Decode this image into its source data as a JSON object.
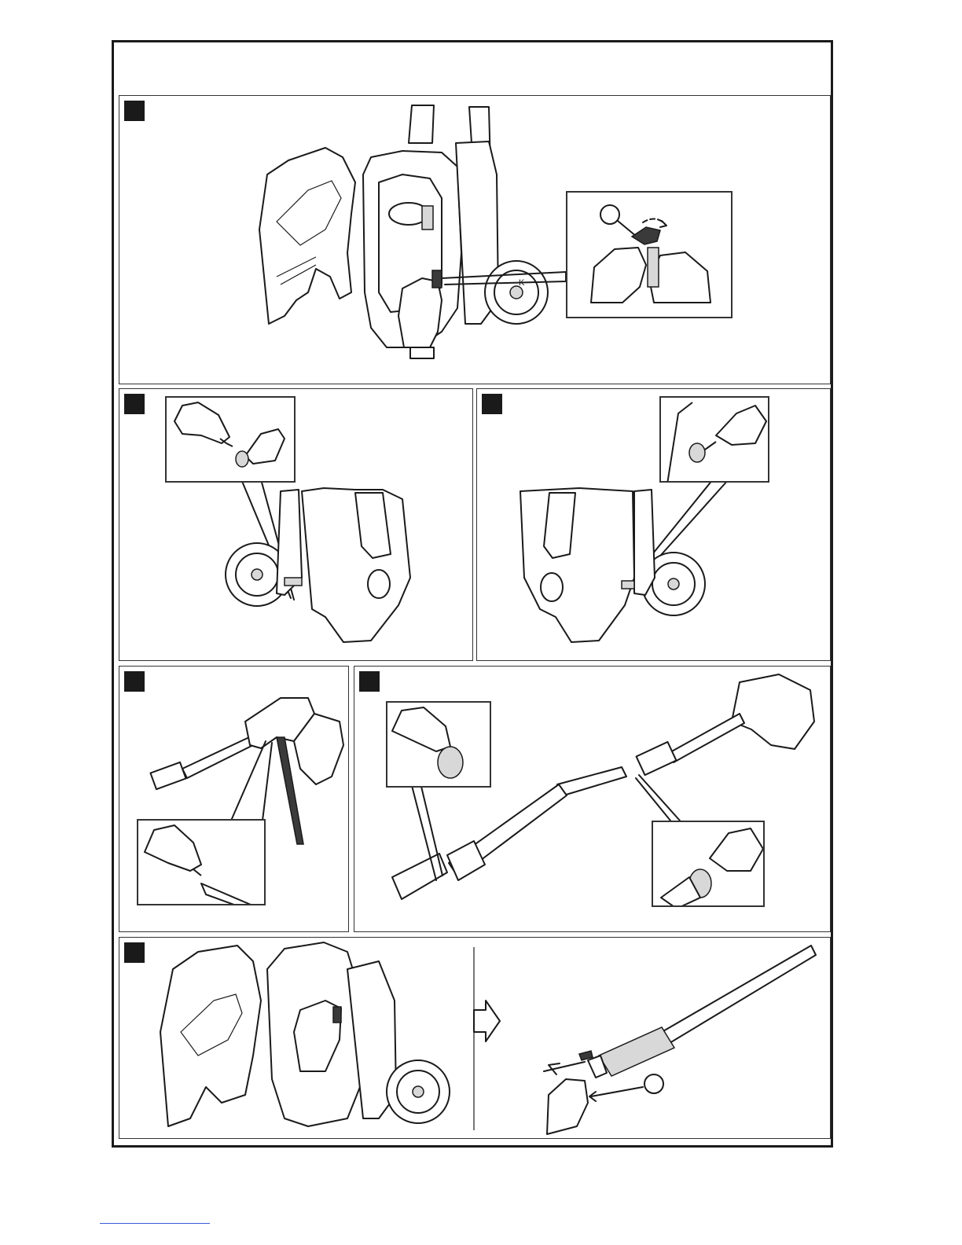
{
  "colors": {
    "line": "#1a1a1a",
    "marker": "#1a1a1a",
    "shade": "#d8d8d8",
    "link_underline": "#3b5bd6"
  },
  "panels": [
    {
      "id": "panel-1",
      "marker_icon": "black-square-marker"
    },
    {
      "id": "panel-2",
      "marker_icon": "black-square-marker"
    },
    {
      "id": "panel-3",
      "marker_icon": "black-square-marker"
    },
    {
      "id": "panel-4",
      "marker_icon": "black-square-marker"
    },
    {
      "id": "panel-5",
      "marker_icon": "black-square-marker"
    },
    {
      "id": "panel-6",
      "marker_icon": "black-square-marker"
    }
  ],
  "icons": [
    "pressure-washer-icon",
    "hand-icon",
    "oil-bottle-icon",
    "nozzle-icon",
    "spray-gun-icon",
    "lance-icon",
    "next-step-arrow-icon",
    "callout-circle-icon",
    "wheel-icon"
  ],
  "hidden_label": "K"
}
